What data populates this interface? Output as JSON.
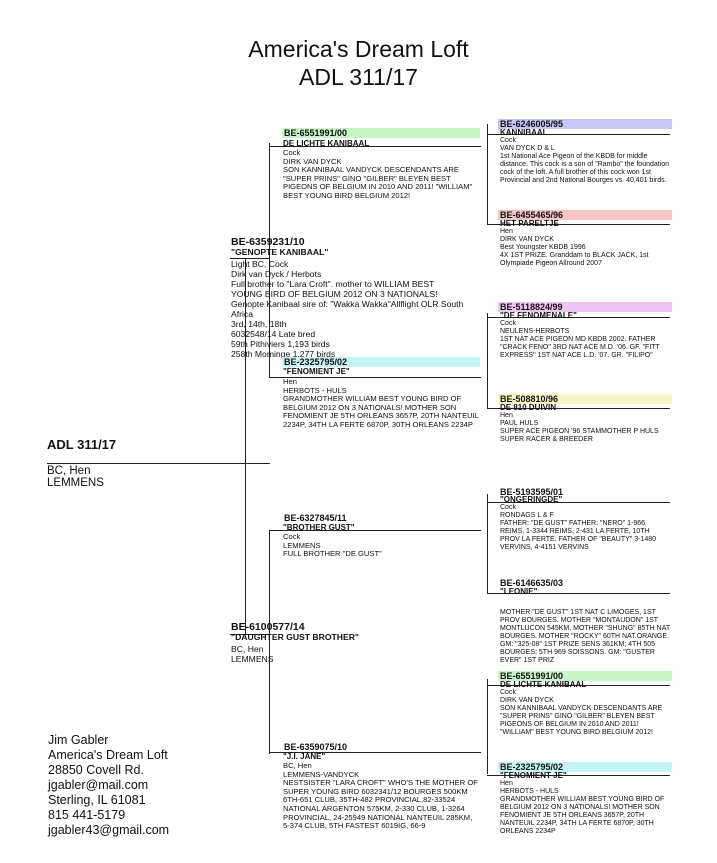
{
  "header": {
    "title": "America's Dream Loft",
    "subtitle": "ADL 311/17"
  },
  "subject": {
    "ring": "ADL 311/17",
    "info": "BC, Hen\nLEMMENS"
  },
  "sire": {
    "ring": "BE-6359231/10",
    "name": "\"GENOPTE KANIBAAL\"",
    "info": "Light BC, Cock\nDirk van Dyck / Herbots\nFull brother to \"Lara Croft\". mother to WILLIAM BEST YOUNG BIRD OF BELGIUM 2012 ON 3 NATIONALS!\nGenopte Kanibaal sire of: \"Wakka Wakka\"Allflight OLR South Africa\n3rd, 14th, 18th\n6032548/14 Late bred\n59th Pithiviers 1,193 birds\n258th Mominge 1,277 birds"
  },
  "dam": {
    "ring": "BE-6100577/14",
    "name": "\"DAUGHTER GUST BROTHER\"",
    "info": "BC, Hen\nLEMMENS"
  },
  "ss": {
    "ring": "BE-6551991/00",
    "name": "DE LICHTE KANIBAAL",
    "color": "#c6f5c6",
    "info": "Cock\nDIRK VAN DYCK\nSON KANNIBAAL VANDYCK DESCENDANTS ARE \"SUPER PRINS\" GINO \"GILBER\" BLEYEN BEST PIGEONS OF BELGIUM IN 2010 AND 2011! \"WILLIAM\" BEST YOUNG BIRD BELGIUM 2012!"
  },
  "sd": {
    "ring": "BE-2325795/02",
    "name": "\"FENOMIENT JE\"",
    "color": "#c4f4f4",
    "info": "Hen\nHERBOTS - HULS\nGRANDMOTHER WILLIAM BEST YOUNG BIRD OF BELGIUM 2012 ON 3 NATIONALS! MOTHER SON FENOMIENT JE 5TH ORLEANS 3657P, 20TH NANTEUIL 2234P, 34TH LA FERTE 6870P, 30TH ORLEANS 2234P"
  },
  "ds": {
    "ring": "BE-6327845/11",
    "name": "\"BROTHER GUST\"",
    "info": "Cock\nLEMMENS\nFULL BROTHER \"DE GUST\""
  },
  "dd": {
    "ring": "BE-6359075/10",
    "name": "\"J.I. JANE\"",
    "info": "BC, Hen\nLEMMENS-VANDYCK\nNESTSISTER \"LARA CROFT\" WHO'S THE MOTHER OF SUPER YOUNG BIRD 6032341/12 BOURGES 500KM 6TH-651 CLUB, 35TH-482 PROVINCIAL,82-33524 NATIONAL ARGENTON 575KM, 2-330 CLUB, 1-3264 PROVINCIAL, 24-25949 NATIONAL NANTEUIL 285KM, 5-374 CLUB, 5TH FASTEST 6019IG, 66-9"
  },
  "sss": {
    "ring": "BE-6246005/95",
    "name": "KANNIBAAL",
    "color": "#c7c7f5",
    "info": "Cock\nVAN DYCK D & L\n1st National Ace Pigeon of the KBDB for middle distance. This cock is a son of \"Rambo\" the foundation cock of the loft. A full brother of this cock won 1st Provincial and 2nd National Bourges vs. 40,401 birds."
  },
  "ssd": {
    "ring": "BE-6455465/96",
    "name": "HET PARELTJE",
    "color": "#f7c4c4",
    "info": "Hen\nDIRK VAN DYCK\nBest Youngster KBDB 1996\n4X 1ST PRIZE. Granddam to BLACK JACK, 1st Olympiade Pigeon Allround 2007"
  },
  "sds": {
    "ring": "BE-5118824/99",
    "name": "\"DE FENOMENALE\"",
    "color": "#f0c4f4",
    "info": "Cock\nNEULENS-HERBOTS\n1ST NAT ACE PIGEON MD KBDB 2002. FATHER \"CRACK FENO\" 3RD NAT ACE M.D. '06. GF. \"FITT EXPRESS\" 1ST NAT ACE L.D. '07. GR. \"FILIPO\""
  },
  "sdd": {
    "ring": "BE-508810/96",
    "name": "DE 810 DUIVIN",
    "color": "#f6f6c4",
    "info": "Hen\nPAUL HULS\nSUPER ACE PIGEON '96 STAMMOTHER P HULS SUPER RACER & BREEDER"
  },
  "dss": {
    "ring": "BE-5193595/01",
    "name": "\"ONGERINGDE\"",
    "info": "Cock\nRONDAGS L & F\nFATHER: \"DE GUST\" FATHER: \"NERO\" 1-966 REIMS, 1-3344 REIMS, 2-431 LA FERTE, 10TH PROV LA FERTE. FATHER OF \"BEAUTY\" 3-1480 VERVINS, 4-4151 VERVINS"
  },
  "dsd": {
    "ring": "BE-6146635/03",
    "name": "\"LEONIE\"",
    "info": "MOTHER \"DE GUST\" 1ST NAT C LIMOGES, 1ST PROV BOURGES. MOTHER \"MONTAUDON\" 1ST MONTLUCON 545KM. MOTHER \"SHUNG\" 85TH NAT BOURGES. MOTHER \"ROCKY\" 60TH NAT.ORANGE. GM: \"325-08\" 1ST PRIZE SENS 361KM; 4TH 505 BOURGES; 5TH 969 SOISSONS. GM: \"GUSTER EVER\" 1ST PRIZ"
  },
  "dds": {
    "ring": "BE-6551991/00",
    "name": "DE LICHTE KANIBAAL",
    "color": "#c6f5c6",
    "info": "Cock\nDIRK VAN DYCK\nSON KANNIBAAL VANDYCK DESCENDANTS ARE \"SUPER PRINS\" GINO \"GILBER\" BLEYEN BEST PIGEONS OF BELGIUM IN 2010 AND 2011! \"WILLIAM\" BEST YOUNG BIRD BELGIUM 2012!"
  },
  "ddd": {
    "ring": "BE-2325795/02",
    "name": "\"FENOMIENT JE\"",
    "color": "#c4f4f4",
    "info": "Hen\nHERBOTS - HULS\nGRANDMOTHER WILLIAM BEST YOUNG BIRD OF BELGIUM 2012 ON 3 NATIONALS! MOTHER SON FENOMIENT JE 5TH ORLEANS 3657P, 20TH NANTEUIL 2234P, 34TH LA FERTE 6870P, 30TH ORLEANS 2234P"
  },
  "contact": {
    "text": "Jim Gabler\nAmerica's Dream Loft\n28850 Covell Rd.\njgabler@mail.com\nSterling, IL 61081\n815 441-5179\njgabler43@gmail.com"
  }
}
